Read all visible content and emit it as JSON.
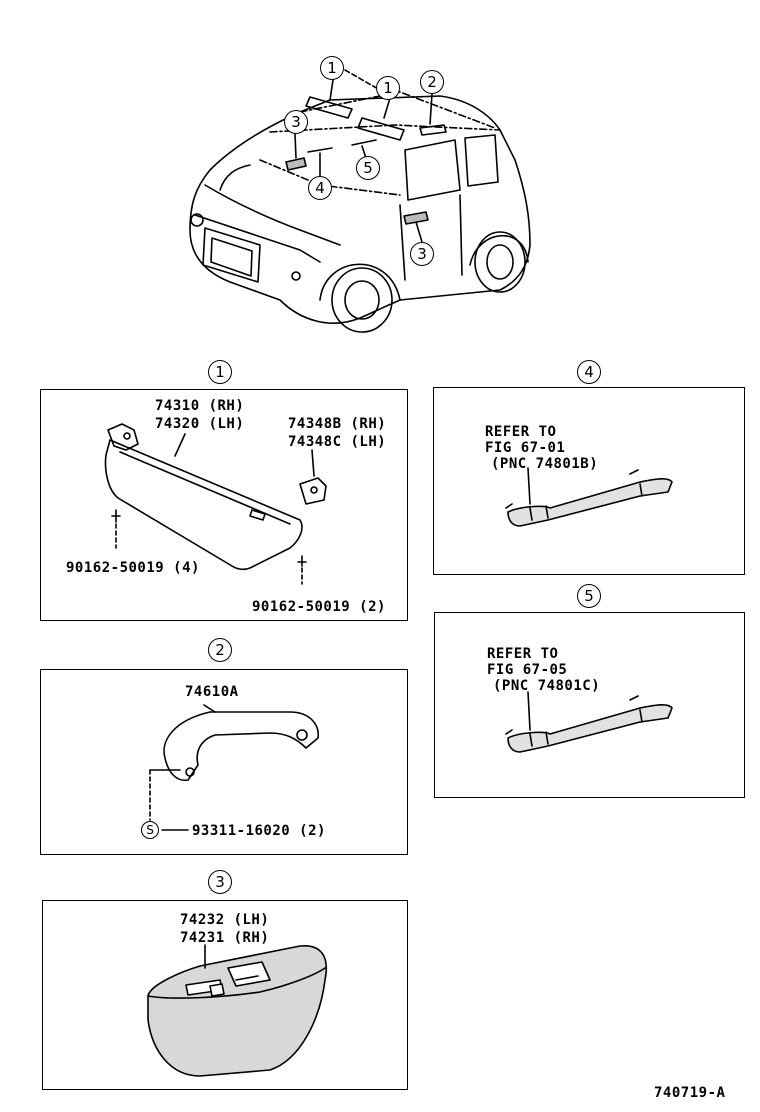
{
  "overview": {
    "callouts": [
      {
        "id": "c1a",
        "label": "1"
      },
      {
        "id": "c1b",
        "label": "1"
      },
      {
        "id": "c2",
        "label": "2"
      },
      {
        "id": "c3a",
        "label": "3"
      },
      {
        "id": "c4",
        "label": "4"
      },
      {
        "id": "c5",
        "label": "5"
      },
      {
        "id": "c3b",
        "label": "3"
      }
    ]
  },
  "panels": {
    "sun_visor": {
      "number": "1",
      "part_line1": "74310 (RH)",
      "part_line2": "74320 (LH)",
      "holder_line1": "74348B (RH)",
      "holder_line2": "74348C (LH)",
      "screw_left": "90162-50019 (4)",
      "screw_right": "90162-50019 (2)"
    },
    "assist_grip": {
      "number": "2",
      "part": "74610A",
      "screw_symbol": "S",
      "screw": "93311-16020 (2)"
    },
    "lamp": {
      "number": "3",
      "part_line1": "74232 (LH)",
      "part_line2": "74231 (RH)"
    },
    "grip_ref_4": {
      "number": "4",
      "line1": "REFER TO",
      "line2": "FIG 67-01",
      "line3": "(PNC 74801B)"
    },
    "grip_ref_5": {
      "number": "5",
      "line1": "REFER TO",
      "line2": "FIG 67-05",
      "line3": "(PNC 74801C)"
    }
  },
  "footer": {
    "code": "740719-A"
  }
}
